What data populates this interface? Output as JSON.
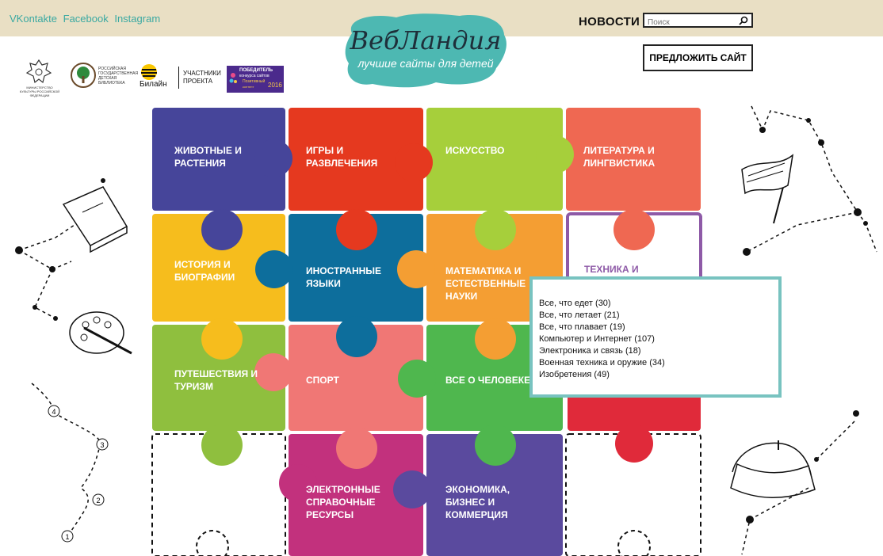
{
  "header": {
    "social": [
      "VKontakte",
      "Facebook",
      "Instagram"
    ],
    "news_label": "НОВОСТИ",
    "search_placeholder": "Поиск",
    "propose_label": "ПРЕДЛОЖИТЬ САЙТ"
  },
  "logo": {
    "title": "ВебЛандия",
    "subtitle": "лучшие сайты для детей"
  },
  "sponsors": {
    "ministry": "МИНИСТЕРСТВО КУЛЬТУРЫ РОССИЙСКОЙ ФЕДЕРАЦИИ",
    "library": "РОССИЙСКАЯ ГОСУДАРСТВЕННАЯ ДЕТСКАЯ БИБЛИОТЕКА",
    "beeline": "Билайн",
    "participants": "УЧАСТНИКИ ПРОЕКТА",
    "winner_line1": "ПОБЕДИТЕЛЬ",
    "winner_line2": "конкурса сайтов",
    "winner_line3": "Позитивный",
    "winner_line4": "контент",
    "winner_year": "2016"
  },
  "categories": [
    {
      "label": "Животные и растения",
      "color": "#46459a"
    },
    {
      "label": "Игры и развлечения",
      "color": "#e5391f"
    },
    {
      "label": "Искусство",
      "color": "#a6cf3b"
    },
    {
      "label": "Литература и лингвистика",
      "color": "#ef6852"
    },
    {
      "label": "История и биографии",
      "color": "#f6bd1d"
    },
    {
      "label": "Иностранные языки",
      "color": "#0d6e9c"
    },
    {
      "label": "Математика и естественные науки",
      "color": "#f49e33"
    },
    {
      "label": "Техника и",
      "color": "#8e5aa7"
    },
    {
      "label": "Путешествия и туризм",
      "color": "#8fbf3e"
    },
    {
      "label": "Спорт",
      "color": "#f07775"
    },
    {
      "label": "Все о человеке",
      "color": "#4fb74e"
    },
    {
      "label": "Электронные справочные ресурсы",
      "color": "#c2317d"
    },
    {
      "label": "Экономика, бизнес и коммерция",
      "color": "#5a4a9e"
    }
  ],
  "popup": {
    "items": [
      "Все, что едет (30)",
      "Все, что летает (21)",
      "Все, что плавает (19)",
      "Компьютер и Интернет (107)",
      "Электроника и связь (18)",
      "Военная техника и оружие (34)",
      "Изобретения (49)"
    ]
  },
  "doodles": {
    "steps": [
      "4",
      "3",
      "2",
      "1"
    ]
  }
}
